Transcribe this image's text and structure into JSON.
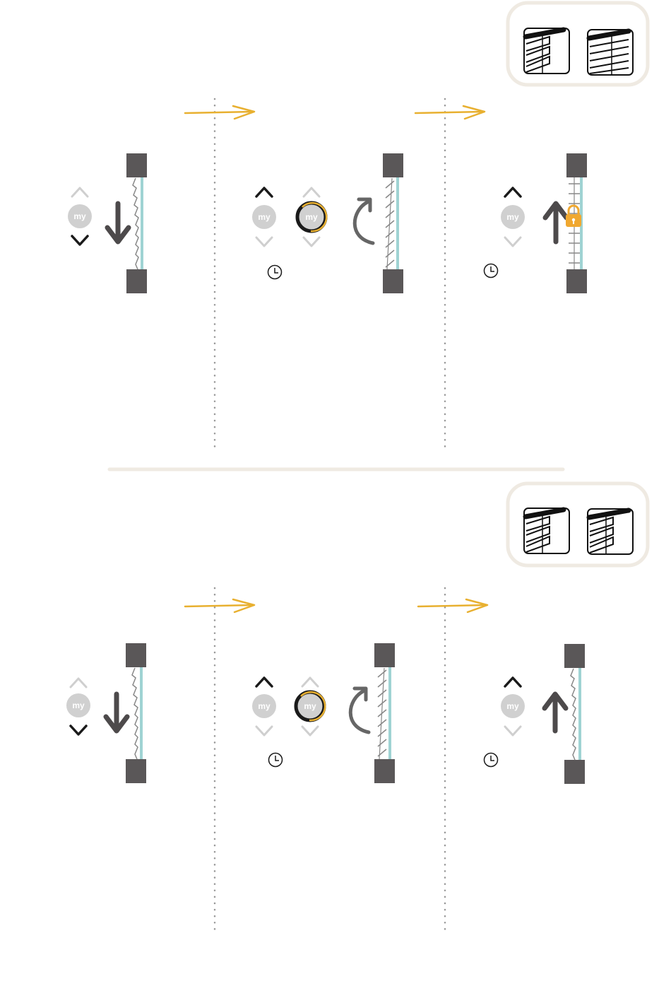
{
  "remote": {
    "my_button_label": "my"
  },
  "colors": {
    "accent": "#e8b030",
    "glass": "#9fd3d3",
    "frame": "#5a5758",
    "arrow": "#4d4a4b",
    "inactive": "#cfcfcf",
    "active": "#1a1a1a",
    "panel_border": "#efeae2",
    "divider": "#efeae2",
    "lock": "#f0a830"
  },
  "icons": {
    "up": "chevron-up-icon",
    "down": "chevron-down-icon",
    "my": "my-button-icon",
    "timer": "clock-icon",
    "tilt": "rotate-arrow-icon",
    "move_down": "down-arrow-icon",
    "move_up": "up-arrow-icon",
    "lock": "padlock-icon",
    "next": "next-step-arrow-icon",
    "blind": "venetian-blind-icon"
  },
  "sections": [
    {
      "steps": [
        {
          "up": "inactive",
          "down": "active",
          "my": "inactive",
          "motion": "down",
          "blind": "closed"
        },
        {
          "up": "active",
          "down": "inactive",
          "my": "inactive",
          "my2": "pressed",
          "timer": true,
          "motion": "tilt",
          "blind": "tilted"
        },
        {
          "up": "active",
          "down": "inactive",
          "my": "inactive",
          "timer": true,
          "motion": "up",
          "blind": "open",
          "lock": true
        }
      ]
    },
    {
      "steps": [
        {
          "up": "inactive",
          "down": "active",
          "my": "inactive",
          "motion": "down",
          "blind": "closed"
        },
        {
          "up": "active",
          "down": "inactive",
          "my": "inactive",
          "my2": "pressed",
          "timer": true,
          "motion": "tilt",
          "blind": "tilted"
        },
        {
          "up": "active",
          "down": "inactive",
          "my": "inactive",
          "timer": true,
          "motion": "up",
          "blind": "closed"
        }
      ]
    }
  ]
}
